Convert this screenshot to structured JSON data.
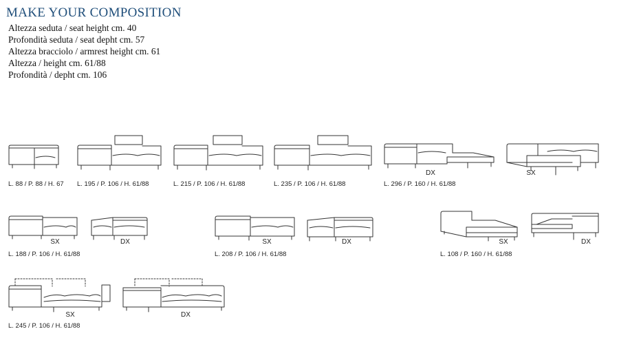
{
  "heading": "MAKE YOUR COMPOSITION",
  "specs": [
    "Altezza seduta / seat height cm. 40",
    "Profondità seduta / seat depht cm. 57",
    "Altezza bracciolo / armrest height cm. 61",
    "Altezza / height cm. 61/88",
    "Profondità / depht cm. 106"
  ],
  "row1": {
    "armchair": "L. 88 / P. 88 / H. 67",
    "sofa_195": "L. 195 / P. 106 / H. 61/88",
    "sofa_215": "L. 215 / P. 106 / H. 61/88",
    "sofa_235": "L. 235 / P. 106 / H. 61/88",
    "chaise_296": "L. 296 / P. 160 / H. 61/88",
    "chaise_296_side": "DX",
    "chaise_296_sx_side": "SX"
  },
  "row2": {
    "sofa_188": "L. 188 / P. 106 / H. 61/88",
    "sofa_188_left": "SX",
    "sofa_188_right": "DX",
    "sofa_208": "L. 208 / P. 106 / H. 61/88",
    "sofa_208_left": "SX",
    "sofa_208_right": "DX",
    "chaise_108": "L. 108 / P. 160 / H. 61/88",
    "chaise_108_left": "SX",
    "chaise_108_right": "DX"
  },
  "row3": {
    "sofa_245": "L. 245 / P. 106 / H. 61/88",
    "sofa_245_left": "SX",
    "sofa_245_right": "DX"
  }
}
